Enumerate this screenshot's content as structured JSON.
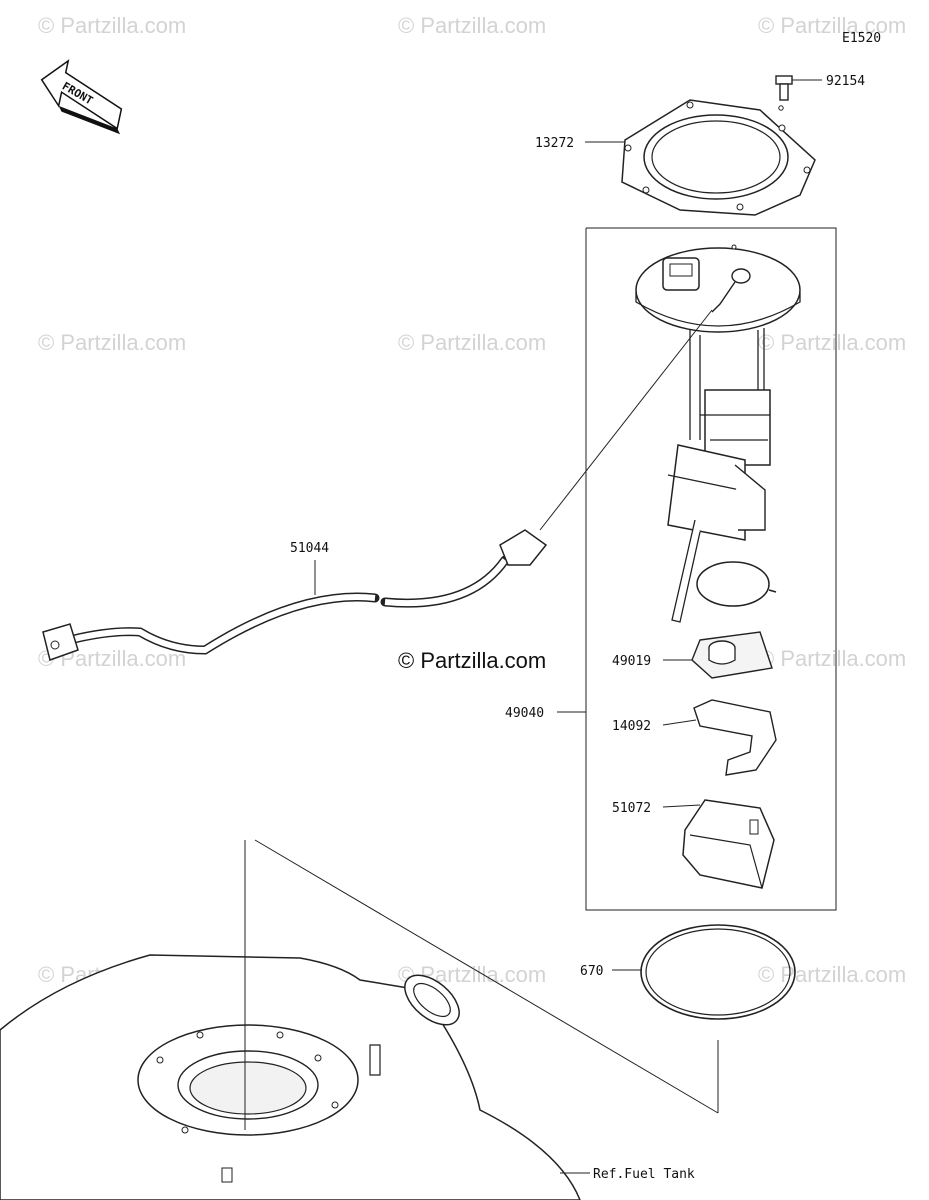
{
  "diagram_code": "E1520",
  "front_label": "FRONT",
  "watermark_text": "© Partzilla.com",
  "watermark_main": "© Partzilla.com",
  "parts": {
    "bolt": "92154",
    "pump_plate": "13272",
    "harness": "51044",
    "pump_assembly": "49040",
    "filter": "49019",
    "bracket": "14092",
    "cover": "51072",
    "o_ring": "670",
    "tank_ref": "Ref.Fuel Tank"
  },
  "colors": {
    "line": "#111111",
    "watermark": "#d3d3d3",
    "background": "#ffffff"
  }
}
